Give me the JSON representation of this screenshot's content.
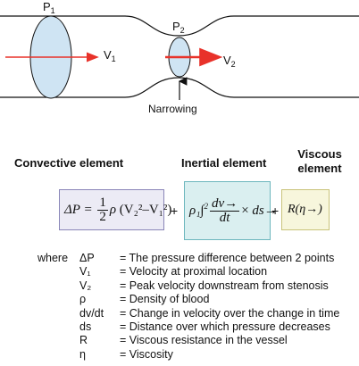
{
  "diagram": {
    "p1_label": "P",
    "p1_sub": "1",
    "p2_label": "P",
    "p2_sub": "2",
    "v1_label": "V",
    "v1_sub": "1",
    "v2_label": "V",
    "v2_sub": "2",
    "narrowing_label": "Narrowing"
  },
  "elements": {
    "convective_label": "Convective element",
    "inertial_label": "Inertial element",
    "viscous_label_line1": "Viscous",
    "viscous_label_line2": "element"
  },
  "formula": {
    "convective": {
      "lhs": "ΔP = ",
      "half_num": "1",
      "half_den": "2",
      "rho": "ρ",
      "bracket": "(V₂²–V₁²)"
    },
    "plus": "+",
    "inertial": {
      "rho": "ρ₁",
      "integral": "∫",
      "int_limit": "2",
      "dv": "dv→",
      "dt": "dt",
      "times": "×",
      "ds": "ds→"
    },
    "viscous": "R(η→)"
  },
  "colors": {
    "fluid_ellipse": "#cfe4f3",
    "arrow_red": "#e8322a",
    "convective_fill": "#ecebf5",
    "convective_border": "#8a86b8",
    "inertial_fill": "#daeff0",
    "inertial_border": "#6cb6bd",
    "viscous_fill": "#f7f6dc",
    "viscous_border": "#c9c37a"
  },
  "legend": {
    "where": "where",
    "rows": [
      {
        "sym": "ΔP",
        "desc": "= The pressure difference between 2 points"
      },
      {
        "sym": "V₁",
        "desc": "= Velocity at proximal location"
      },
      {
        "sym": "V₂",
        "desc": "= Peak velocity downstream from stenosis"
      },
      {
        "sym": "ρ",
        "desc": "= Density of blood"
      },
      {
        "sym": "dv/dt",
        "desc": "= Change in velocity over the change in time"
      },
      {
        "sym": "ds",
        "desc": "= Distance over which pressure decreases"
      },
      {
        "sym": "R",
        "desc": "= Viscous resistance in the vessel"
      },
      {
        "sym": "η",
        "desc": "= Viscosity"
      }
    ]
  }
}
